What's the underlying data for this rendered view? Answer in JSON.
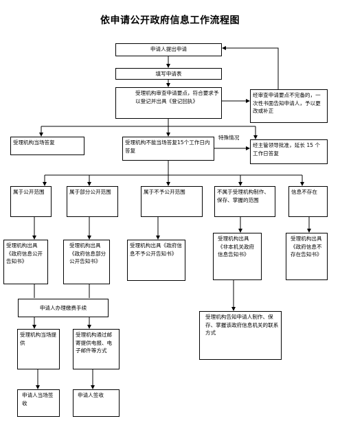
{
  "title": "依申请公开政府信息工作流程图",
  "nodes": {
    "apply": "申请人提出申请",
    "fill_form": "填写申请表",
    "review": "受理机构审查申请要点，符合要求予以登记并出具《登记回执》",
    "incomplete": "经审查申请要点不完备的，一次性书面告知申请人，予以更改或补正",
    "reply_onsite": "受理机构当场答复",
    "reply_15days": "受理机构不能当场答复15个工作日内答复",
    "special_label": "特殊情况",
    "extension": "经主管领导批准，延长 15 个工作日答复",
    "cat_public": "属于公开范围",
    "cat_partial": "属于部分公开范围",
    "cat_nonpublic": "属于不予公开范围",
    "cat_not_ours": "不属于受理机构制作、保存、掌握的范围",
    "cat_not_exist": "信息不存在",
    "out_public": "受理机构出具《政府信息公开告知书》",
    "out_partial": "受理机构出具《政府信息部分公开告知书》",
    "out_nonpublic": "受理机构出具《政府信息不予公开告知书》",
    "out_not_ours": "受理机构出具《非本机关政府信息告知书》",
    "out_not_exist": "受理机构出具《政府信息不存在告知书》",
    "fee": "申请人办理缴费手续",
    "onsite_provide": "受理机构当场提供",
    "mail_provide": "受理机构通过邮寄提供电报、电子邮件等方式",
    "refer_agency": "受理机构告知申请人制作、保存、掌握该政府信息机关的联系方式",
    "sign1": "申请人当场签收",
    "sign2": "申请人签收"
  }
}
